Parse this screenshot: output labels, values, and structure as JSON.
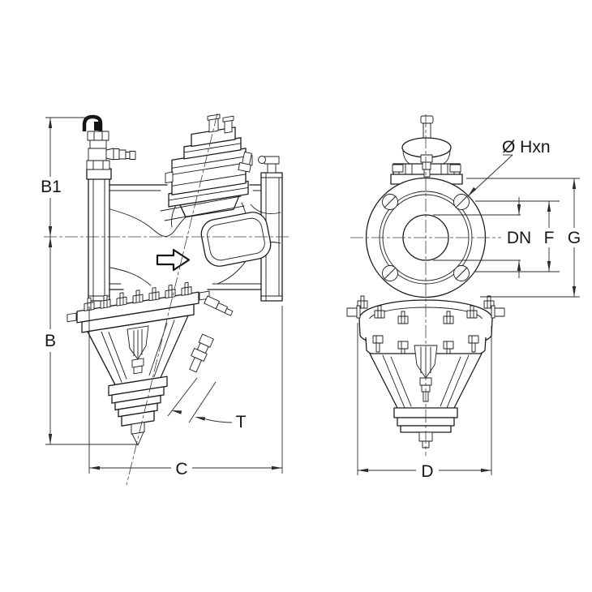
{
  "drawing": {
    "labels": {
      "b1": "B1",
      "b": "B",
      "c": "C",
      "t": "T",
      "d": "D",
      "dn": "DN",
      "f": "F",
      "g": "G",
      "hole_callout": "Ø Hxn"
    },
    "colors": {
      "ink": "#1c1c1c",
      "background": "#ffffff"
    }
  }
}
